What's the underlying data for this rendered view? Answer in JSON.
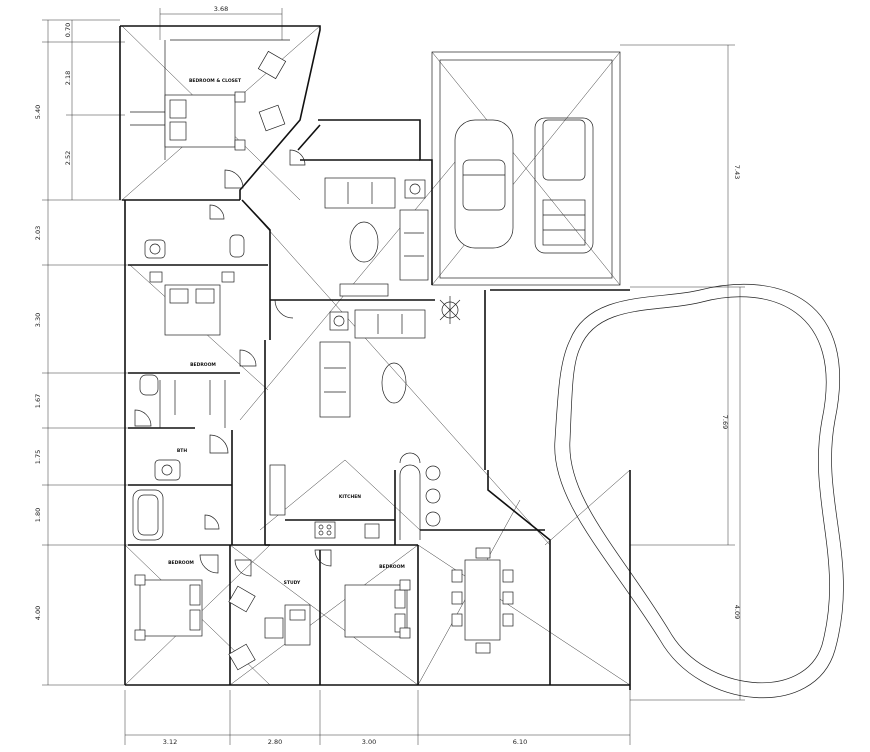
{
  "dimensions": {
    "top": [
      "3.68"
    ],
    "left": [
      "0.70",
      "2.18",
      "5.40",
      "2.52",
      "2.03",
      "3.30",
      "1.67",
      "1.75",
      "1.80",
      "4.00"
    ],
    "bottom": [
      "3.12",
      "2.80",
      "3.00",
      "6.10"
    ],
    "right": [
      "7.43",
      "7.69",
      "4.09"
    ]
  },
  "room_labels": {
    "master_bedroom": "BEDROOM & CLOSET",
    "bedroom_mid": "BEDROOM",
    "bath_mid": "BTH",
    "kitchen": "KITCHEN",
    "bedroom_bl": "BEDROOM",
    "study": "STUDY",
    "bedroom_bm": "BEDROOM"
  }
}
